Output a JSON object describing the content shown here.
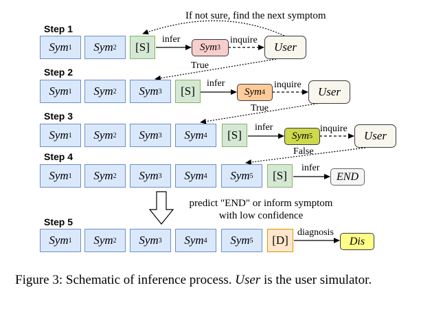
{
  "steps": [
    "Step 1",
    "Step 2",
    "Step 3",
    "Step 4",
    "Step 5"
  ],
  "symptom_prefix": "Sym",
  "sub_indices": [
    "1",
    "2",
    "3",
    "4",
    "5"
  ],
  "state_label": "[S]",
  "disease_state_label": "[D]",
  "user_label": "User",
  "end_label": "END",
  "dis_label": "Dis",
  "edge_labels": {
    "infer": "infer",
    "inquire": "inquire",
    "diagnosis": "diagnosis",
    "true": "True",
    "false": "False",
    "not_sure": "If not sure, find the next symptom"
  },
  "step5_note": {
    "line1": "predict \"END\" or inform symptom",
    "line2": "with low confidence"
  },
  "caption": {
    "prefix": "Figure 3: Schematic of inference process. ",
    "italic": "User",
    "suffix": " is the user simulator."
  },
  "colors": {
    "symptom_fill": "#dae8fc",
    "state_fill": "#d5e8d4",
    "disease_state_fill": "#ffe6cc",
    "inferred_step1": "#f8cecc",
    "inferred_step2": "#ffcc99",
    "inferred_step3": "#cdd94b",
    "user_fill": "#f9f7ed",
    "dis_fill": "#ffff88"
  }
}
